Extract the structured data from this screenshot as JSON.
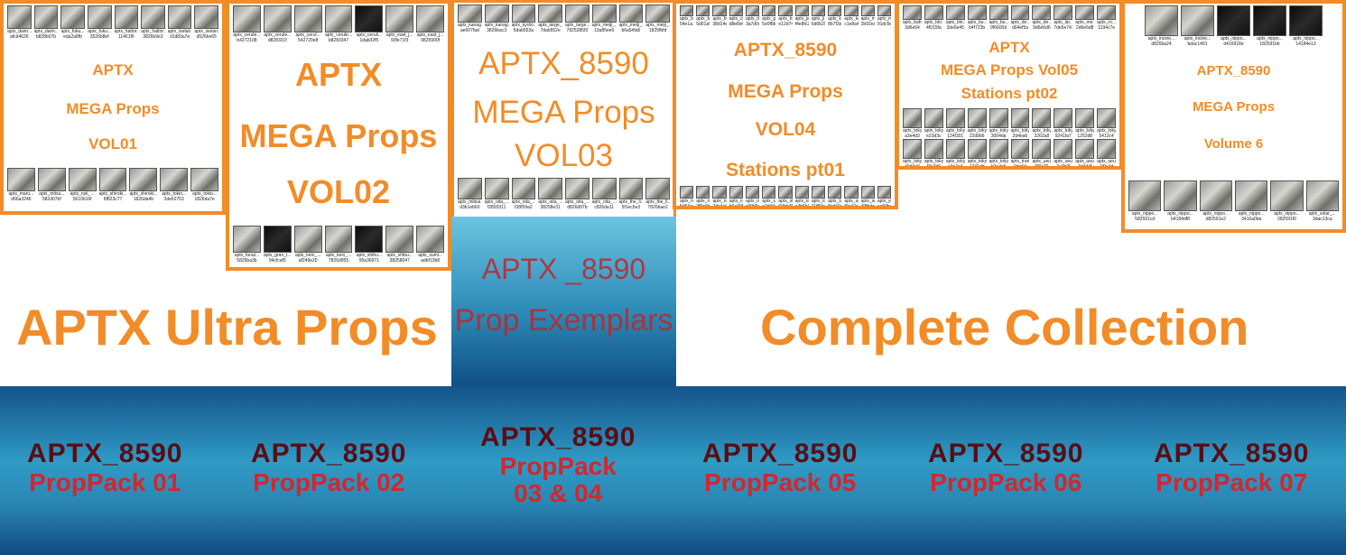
{
  "headline_left": "APTX Ultra Props",
  "headline_right": "Complete Collection",
  "exemplars": {
    "line1": "APTX _8590",
    "line2": "Prop Exemplars"
  },
  "panels": [
    {
      "lines": [
        "APTX",
        "MEGA Props",
        "VOL01"
      ],
      "top_caps": [
        "aptx_daim...",
        "aptx_daim...",
        "aptx_fuku...",
        "aptx_fuku...",
        "aptx_hattor...",
        "aptx_hattor...",
        "aptx_ixetan...",
        "aptx_ixetan..."
      ],
      "top_ids": [
        "afcd4626",
        "b828b07b",
        "eda2a8fb",
        "3526b8ef",
        "11461f6",
        "3826b9e3",
        "d1d83a7e",
        "d526be65"
      ],
      "bottom_caps": [
        "aptx_maru...",
        "aptx_mitsu...",
        "aptx_nyk_...",
        "aptx_shiroki...",
        "aptx_shiroki...",
        "aptx_tokio...",
        "aptx_tokio..."
      ],
      "bottom_ids": [
        "d66a3246",
        "582d07bf",
        "5610b16f",
        "6f823c77",
        "1826da4b",
        "2de62753",
        "1826da7e"
      ]
    },
    {
      "lines": [
        "APTX",
        "MEGA Props",
        "VOL02"
      ],
      "top_caps": [
        "aptx_cerule...",
        "aptx_cerule...",
        "aptx_cerul...",
        "aptx_cerule...",
        "aptx_ceruli...",
        "aptx_east_j...",
        "aptx_east_j..."
      ],
      "top_ids": [
        "b4272108",
        "d828331f",
        "542720e8",
        "b8283347",
        "1dab32f5",
        "93fe71f3",
        "9825900f"
      ],
      "bottom_caps": [
        "aptx_funai...",
        "aptx_gran_t...",
        "aptx_keio_...",
        "aptx_keio_...",
        "aptx_shibu...",
        "aptx_shibu...",
        "aptx_sumi..."
      ],
      "bottom_ids": [
        "5826ba3b",
        "94cfcaf5",
        "af249e20",
        "7826d955",
        "95a36971",
        "38258047",
        "adbf13b8"
      ]
    },
    {
      "lines": [
        "APTX_8590",
        "MEGA Props",
        "VOL03"
      ],
      "top_caps": [
        "aptx_kanag...",
        "aptx_kanag...",
        "aptx_kyoto...",
        "aptx_large_...",
        "aptx_large...",
        "aptx_meiji_...",
        "aptx_meiji_...",
        "aptx_meiji_..."
      ],
      "top_ids": [
        "ae607fad",
        "3826bac3",
        "5dab553a",
        "7dab552e",
        "7825385f3",
        "13a85ee6",
        "b6a54fa5",
        "1825fbfd"
      ],
      "bottom_caps": [
        "aptx_mitsui...",
        "aptx_oita_...",
        "aptx_oita_...",
        "aptx_oita_...",
        "aptx_oita_...",
        "aptx_oita_...",
        "aptx_the_li...",
        "aptx_the_li..."
      ],
      "bottom_ids": [
        "d3b1eb60",
        "f2893311",
        "f28f59a2",
        "38258e31",
        "d826d97b",
        "c826da11",
        "5f1ec5e3",
        "7826bae2"
      ]
    },
    {
      "lines": [
        "APTX_8590",
        "MEGA Props",
        "VOL04",
        "Stations pt01"
      ],
      "top_caps": [
        "aptx_bl...",
        "aptx_bu...",
        "aptx_bu...",
        "aptx_ci...",
        "aptx_de...",
        "aptx_ga...",
        "aptx_ha...",
        "aptx_je...",
        "aptx_ji...",
        "aptx_ka...",
        "aptx_ko...",
        "aptx_ma...",
        "aptx_mi..."
      ],
      "top_ids": [
        "54e1a12",
        "5d01a5a",
        "38d14e4",
        "d8e8d43",
        "3a7d0dab",
        "5e0f8b",
        "e12d74a1",
        "f4e8fc2",
        "6d0b29e",
        "8b7f3ec",
        "c1e8a44",
        "2b92ea9",
        "91dc5e0"
      ],
      "bottom_caps": [
        "aptx_mo...",
        "aptx_na...",
        "aptx_ni...",
        "aptx_ok...",
        "aptx_os...",
        "aptx_sa...",
        "aptx_sh...",
        "aptx_ta...",
        "aptx_to...",
        "aptx_ts...",
        "aptx_ue...",
        "aptx_wa...",
        "aptx_yo..."
      ],
      "bottom_ids": [
        "5d63a4",
        "2f9e6b0",
        "7de4a97",
        "b6a39f0",
        "c09b5dc",
        "a2d4d4a",
        "60bb46e",
        "e4b6b1c",
        "11f59cd",
        "8cd40a3",
        "f0e42c2",
        "49fbde5",
        "aa59b4d"
      ]
    },
    {
      "lines": [
        "APTX",
        "MEGA Props Vol05",
        "Stations pt02"
      ],
      "top_caps": [
        "aptx_bahu...",
        "aptx_blo...",
        "aptx_blo...",
        "aptx_bu...",
        "aptx_bu...",
        "aptx_de...",
        "aptx_de...",
        "aptx_lar...",
        "aptx_me...",
        "aptx_ro..."
      ],
      "top_ids": [
        "3d6e64",
        "4f015fa",
        "3de6e45",
        "b4f723b",
        "9f6600d",
        "d04ef5a",
        "9d6e6d6",
        "7de5e747",
        "2d6e6d8",
        "1194c7e"
      ],
      "mid_caps": [
        "aptx_toky...",
        "aptx_toky...",
        "aptx_toky...",
        "aptx_toky...",
        "aptx_toky...",
        "aptx_toky...",
        "aptx_toky...",
        "aptx_toky...",
        "aptx_toky...",
        "aptx_toky..."
      ],
      "mid_ids": [
        "a3e4d3",
        "e23d3c",
        "124f301",
        "22d9b6",
        "3004da",
        "2d4ea6",
        "3262a8",
        "9241fa7",
        "1252d8",
        "5412c4"
      ],
      "bottom_caps": [
        "aptx_toky...",
        "aptx_toky...",
        "aptx_toky...",
        "aptx_toky...",
        "aptx_toky...",
        "aptx_tran...",
        "aptx_ueu...",
        "aptx_ueu...",
        "aptx_ueu...",
        "aptx_ueu..."
      ],
      "bottom_ids": [
        "d2d3a0",
        "f3e2d0",
        "a0e7a4",
        "1241dd",
        "b2e4c6",
        "9da6d",
        "6f0c20",
        "7e4b0f",
        "3d4d4f",
        "1f0c4d"
      ]
    },
    {
      "lines": [
        "APTX_8590",
        "MEGA Props",
        "Volume 6"
      ],
      "top_caps": [
        "aptx_incine...",
        "aptx_incine...",
        "aptx_nippo...",
        "aptx_nippo...",
        "aptx_nippo..."
      ],
      "top_ids": [
        "d826ba24",
        "bdac1401",
        "d416918e",
        "182591bb",
        "14184e13"
      ],
      "bottom_caps": [
        "aptx_nippo...",
        "aptx_nippo...",
        "aptx_nippo...",
        "aptx_nippo...",
        "aptx_nippo...",
        "aptx_solar_..."
      ],
      "bottom_ids": [
        "582591cd",
        "b4184df8",
        "d82591e2",
        "3410a0ba",
        "382591f0",
        "3dac13ca"
      ]
    }
  ],
  "packs": [
    {
      "name": "APTX_8590",
      "label": "PropPack 01"
    },
    {
      "name": "APTX_8590",
      "label": "PropPack 02"
    },
    {
      "name": "APTX_8590",
      "label": "PropPack",
      "label2": "03 & 04"
    },
    {
      "name": "APTX_8590",
      "label": "PropPack 05"
    },
    {
      "name": "APTX_8590",
      "label": "PropPack 06"
    },
    {
      "name": "APTX_8590",
      "label": "PropPack 07"
    }
  ],
  "colors": {
    "accent": "#f28c28",
    "pack_name": "#5a0d14",
    "pack_label": "#d3272d",
    "band": "#2f9bc5"
  }
}
